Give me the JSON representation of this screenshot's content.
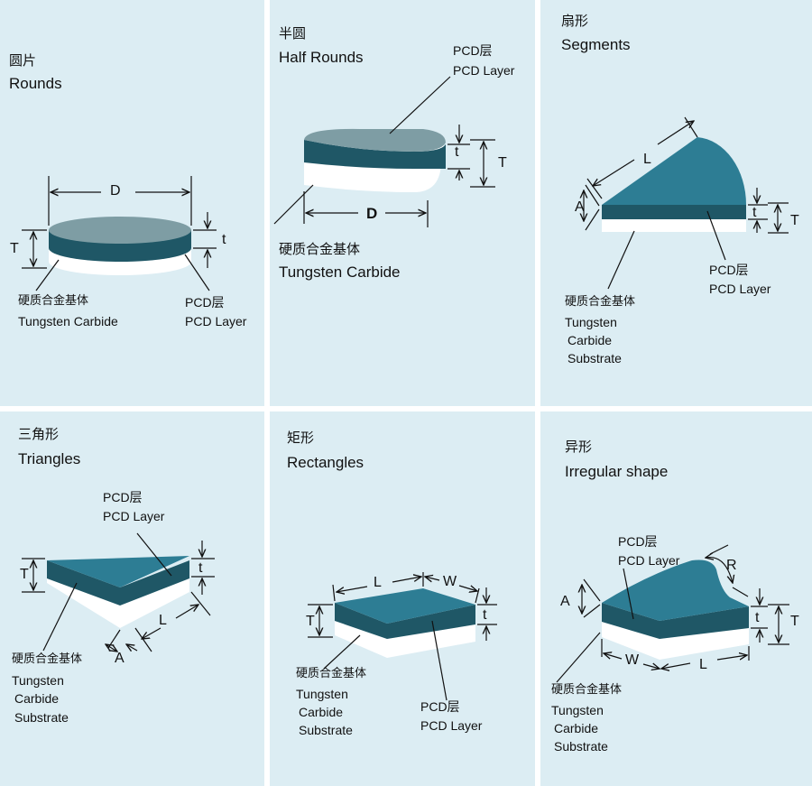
{
  "panels": [
    {
      "title_cn": "圆片",
      "title_en": "Rounds",
      "pcd_cn": "PCD层",
      "pcd_en": "PCD Layer",
      "sub_cn": "硬质合金基体",
      "sub_en": "Tungsten Carbide",
      "dims": {
        "D": "D",
        "T": "T",
        "t": "t"
      }
    },
    {
      "title_cn": "半圆",
      "title_en": "Half Rounds",
      "pcd_cn": "PCD层",
      "pcd_en": "PCD Layer",
      "sub_cn": "硬质合金基体",
      "sub_en": "Tungsten Carbide",
      "dims": {
        "D": "D",
        "T": "T",
        "t": "t"
      }
    },
    {
      "title_cn": "扇形",
      "title_en": "Segments",
      "pcd_cn": "PCD层",
      "pcd_en": "PCD Layer",
      "sub_cn": "硬质合金基体",
      "sub_en_1": "Tungsten",
      "sub_en_2": "Carbide",
      "sub_en_3": "Substrate",
      "dims": {
        "L": "L",
        "A": "A",
        "T": "T",
        "t": "t"
      }
    },
    {
      "title_cn": "三角形",
      "title_en": "Triangles",
      "pcd_cn": "PCD层",
      "pcd_en": "PCD Layer",
      "sub_cn": "硬质合金基体",
      "sub_en_1": "Tungsten",
      "sub_en_2": "Carbide",
      "sub_en_3": "Substrate",
      "dims": {
        "L": "L",
        "A": "A",
        "T": "T",
        "t": "t"
      }
    },
    {
      "title_cn": "矩形",
      "title_en": "Rectangles",
      "pcd_cn": "PCD层",
      "pcd_en": "PCD Layer",
      "sub_cn": "硬质合金基体",
      "sub_en_1": "Tungsten",
      "sub_en_2": "Carbide",
      "sub_en_3": "Substrate",
      "dims": {
        "L": "L",
        "W": "W",
        "T": "T",
        "t": "t"
      }
    },
    {
      "title_cn": "异形",
      "title_en": "Irregular shape",
      "pcd_cn": "PCD层",
      "pcd_en": "PCD Layer",
      "sub_cn": "硬质合金基体",
      "sub_en_1": "Tungsten",
      "sub_en_2": "Carbide",
      "sub_en_3": "Substrate",
      "dims": {
        "L": "L",
        "W": "W",
        "A": "A",
        "R": "R",
        "T": "T",
        "t": "t"
      }
    }
  ],
  "colors": {
    "background": "#dcedf3",
    "pcd_top": "#2d7d94",
    "pcd_side": "#1f5766",
    "round_top": "#7e9da4",
    "substrate": "#ffffff"
  }
}
